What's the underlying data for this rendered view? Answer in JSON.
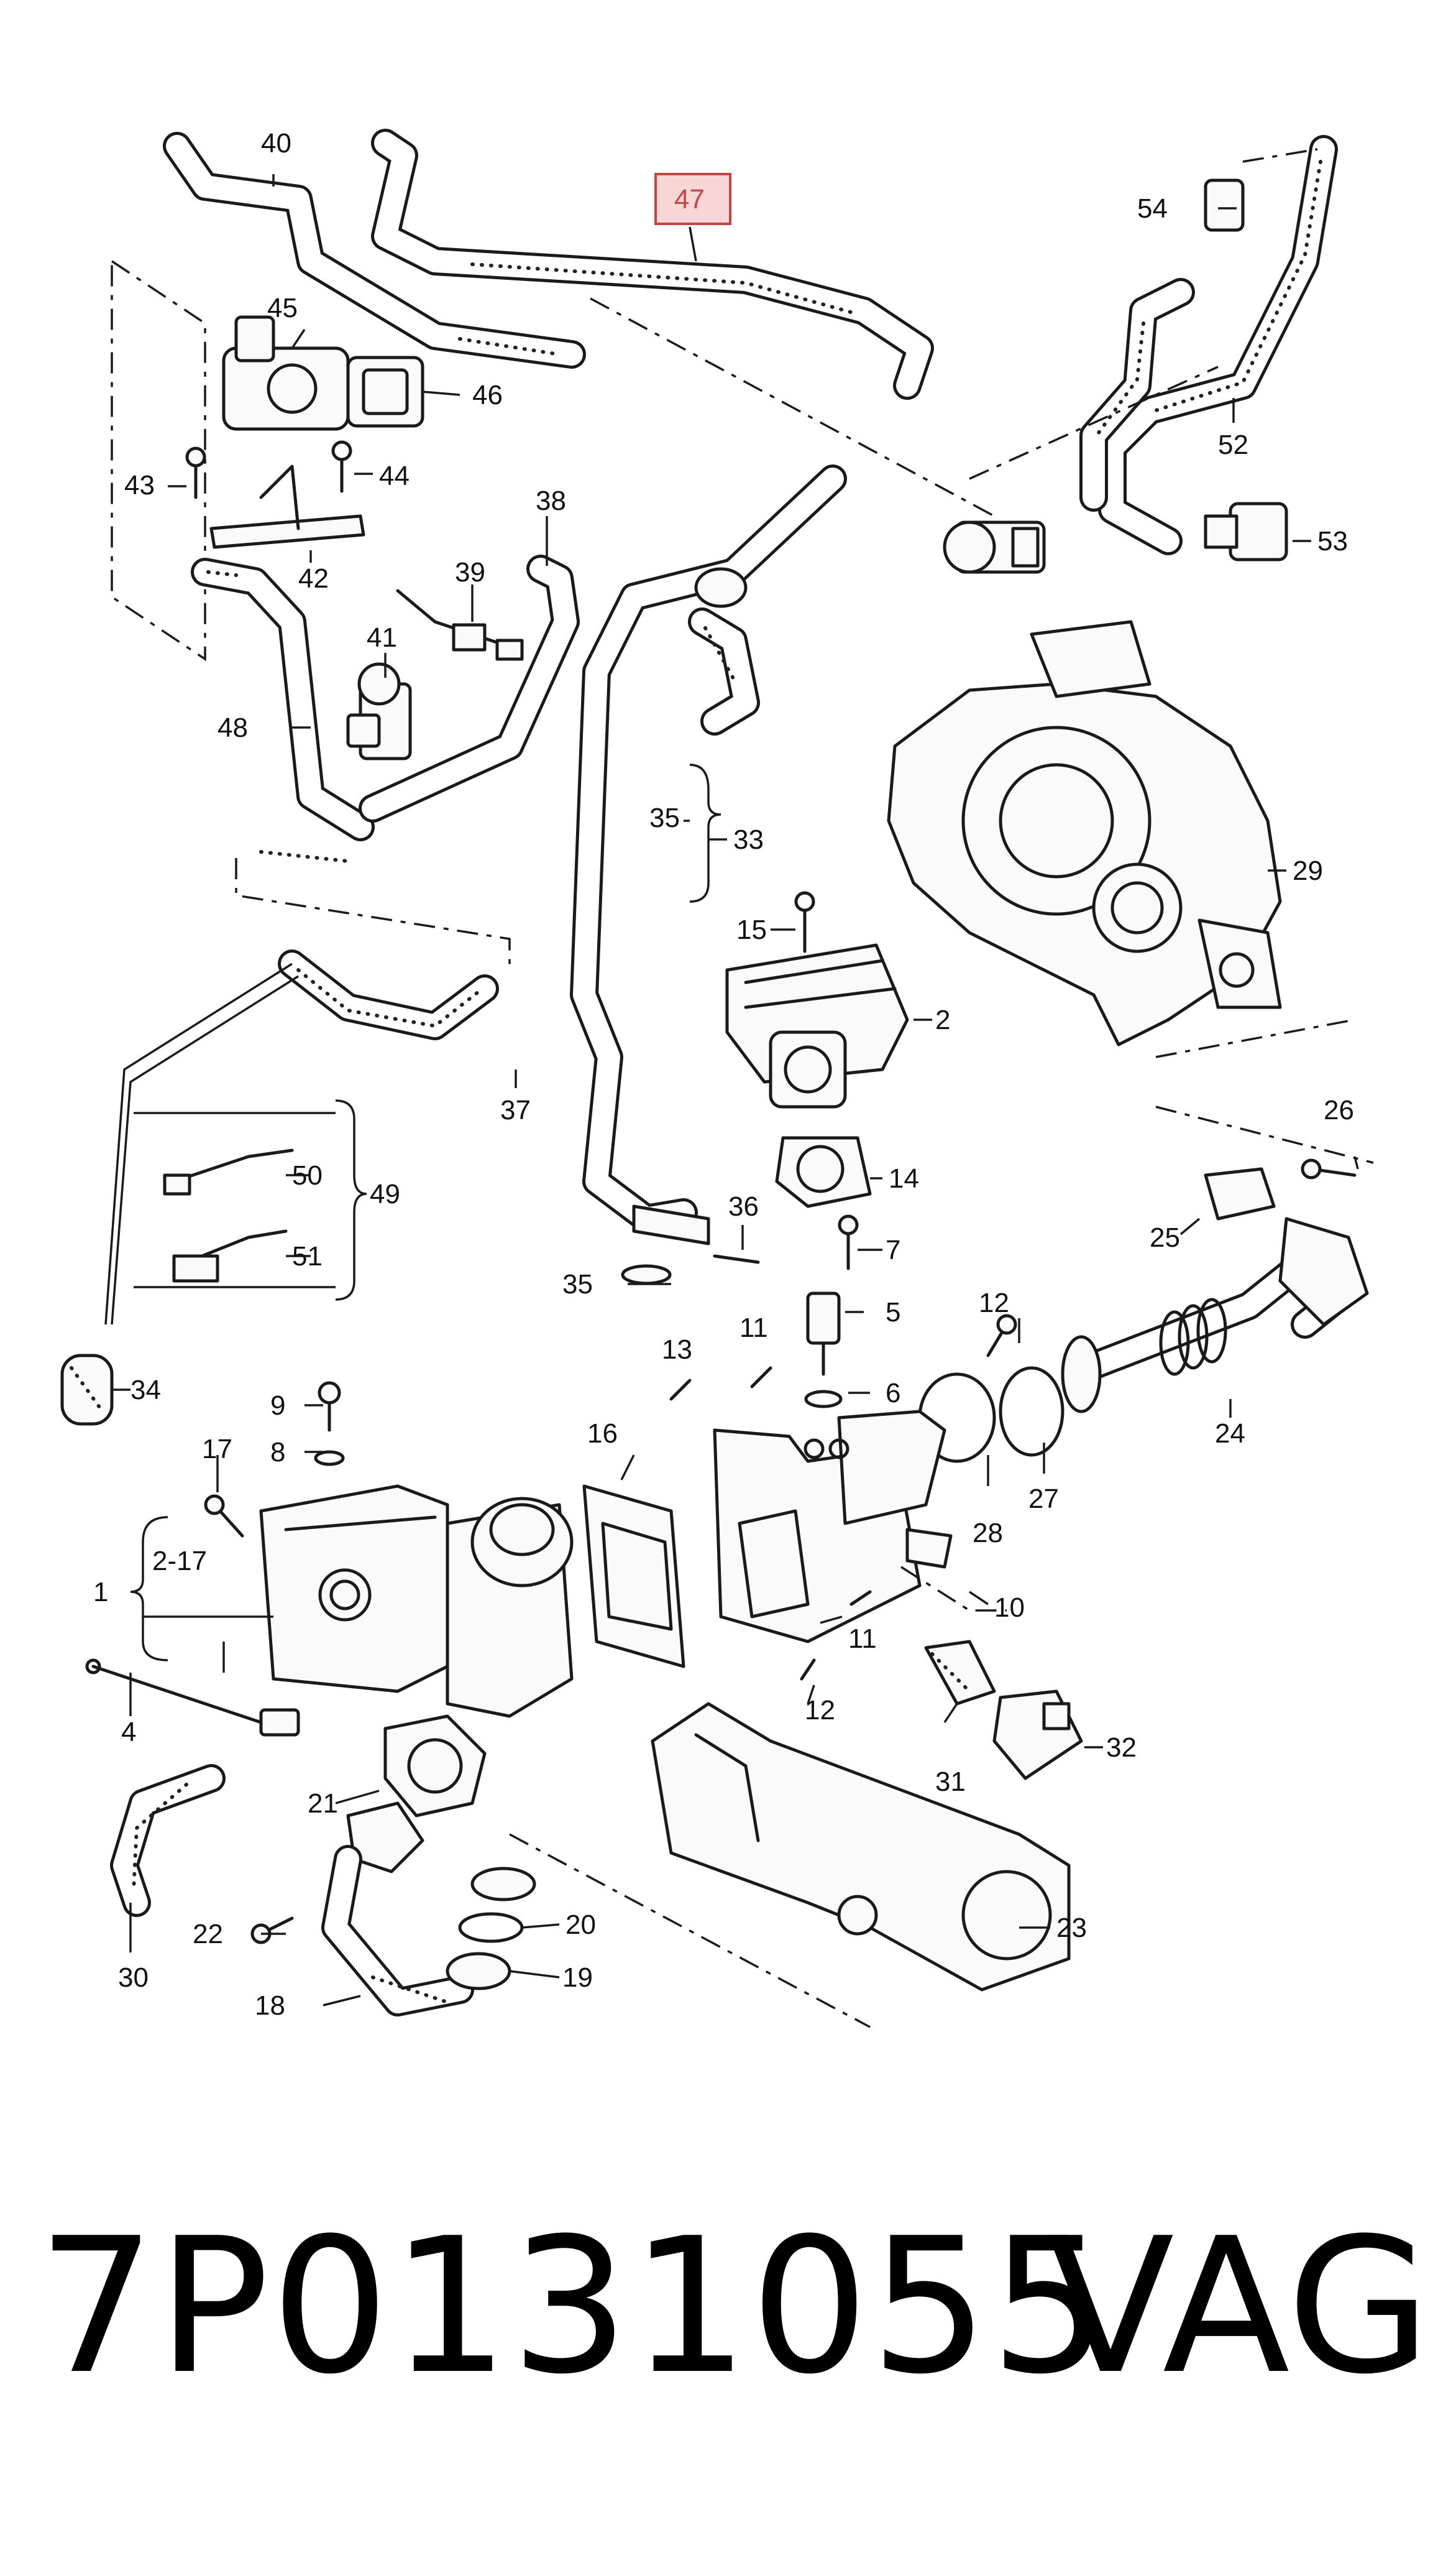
{
  "diagram": {
    "callouts": {
      "c1": "1",
      "c2": "2",
      "c2_17": "2-17",
      "c4": "4",
      "c5": "5",
      "c6": "6",
      "c7": "7",
      "c8": "8",
      "c9": "9",
      "c10": "10",
      "c11a": "11",
      "c11b": "11",
      "c12a": "12",
      "c12b": "12",
      "c13": "13",
      "c14": "14",
      "c15": "15",
      "c16": "16",
      "c17": "17",
      "c18": "18",
      "c19": "19",
      "c20": "20",
      "c21": "21",
      "c22": "22",
      "c23": "23",
      "c24": "24",
      "c25": "25",
      "c26": "26",
      "c27": "27",
      "c28": "28",
      "c29": "29",
      "c30": "30",
      "c31": "31",
      "c32": "32",
      "c33": "33",
      "c34": "34",
      "c35a": "35",
      "c35b": "35",
      "c36": "36",
      "c37": "37",
      "c38": "38",
      "c39": "39",
      "c40": "40",
      "c41": "41",
      "c42": "42",
      "c43": "43",
      "c44": "44",
      "c45": "45",
      "c46": "46",
      "c47": "47",
      "c48": "48",
      "c49": "49",
      "c50": "50",
      "c51": "51",
      "c52": "52",
      "c53": "53",
      "c54": "54"
    },
    "highlight_color": "#f8d6d6",
    "highlight_text_color": "#c44444"
  },
  "footer": {
    "part_number": "7P0131055",
    "brand": "VAG"
  }
}
